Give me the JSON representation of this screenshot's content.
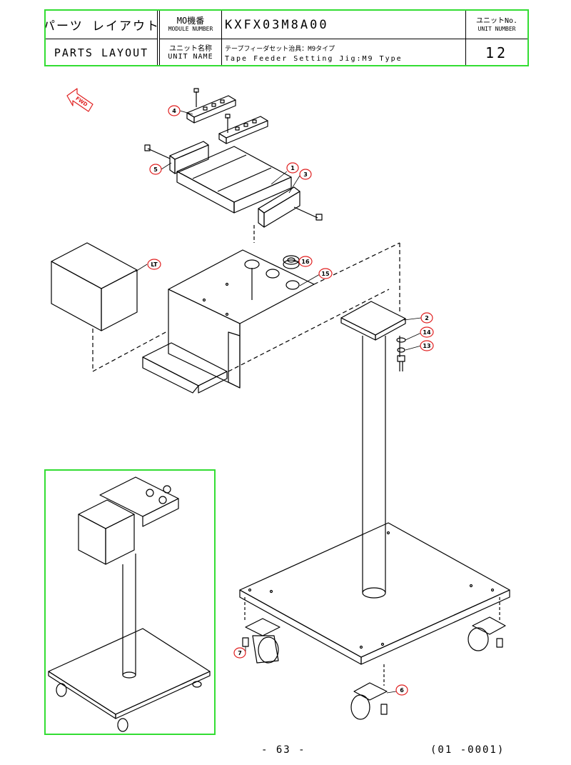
{
  "header": {
    "parts_layout_jp": "パーツ レイアウト",
    "parts_layout_en": "PARTS LAYOUT",
    "mo_label_jp": "MO機番",
    "module_number_label": "MODULE NUMBER",
    "module_number_value": "KXFX03M8A00",
    "unit_name_label_jp": "ユニット名称",
    "unit_name_label_en": "UNIT NAME",
    "unit_name_jp": "テープフィーダセット治具：M9タイプ",
    "unit_name_en": "Tape Feeder Setting Jig:M9 Type",
    "unit_no_label_jp": "ユニットNo.",
    "unit_number_label": "UNIT NUMBER",
    "unit_number_value": "12"
  },
  "diagram": {
    "fwd_label": "FWD",
    "callouts": [
      "1",
      "2",
      "3",
      "4",
      "5",
      "6",
      "7",
      "13",
      "14",
      "15",
      "16",
      "LT"
    ]
  },
  "footer": {
    "page": "- 63 -",
    "code": "(01 -0001)"
  },
  "colors": {
    "frame_green": "#33dd33",
    "callout_red": "#e02020"
  }
}
